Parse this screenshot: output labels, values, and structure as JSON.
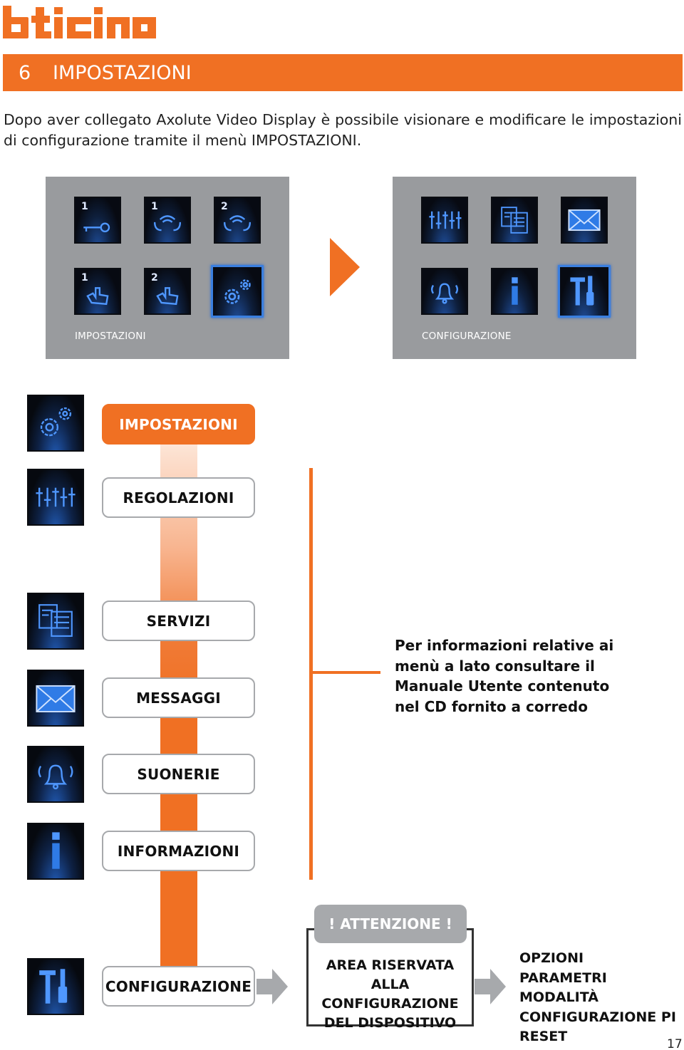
{
  "brand": {
    "logo_text": "bticino"
  },
  "section": {
    "number": "6",
    "title": "IMPOSTAZIONI"
  },
  "intro": "Dopo aver collegato Axolute Video Display è possibile visionare e modificare le impostazioni di configurazione tramite il menù IMPOSTAZIONI.",
  "screens": [
    {
      "caption": "IMPOSTAZIONI",
      "tiles": [
        {
          "icon": "door-key-icon",
          "number": "1"
        },
        {
          "icon": "intercom-call-icon",
          "number": "1"
        },
        {
          "icon": "intercom-call-icon",
          "number": "2"
        },
        {
          "icon": "hand-push-icon",
          "number": "1"
        },
        {
          "icon": "hand-push-icon",
          "number": "2"
        },
        {
          "icon": "gears-icon",
          "number": "",
          "selected": true
        }
      ]
    },
    {
      "caption": "CONFIGURAZIONE",
      "tiles": [
        {
          "icon": "sliders-icon",
          "number": ""
        },
        {
          "icon": "documents-icon",
          "number": ""
        },
        {
          "icon": "envelope-icon",
          "number": ""
        },
        {
          "icon": "bell-icon",
          "number": ""
        },
        {
          "icon": "info-icon",
          "number": ""
        },
        {
          "icon": "tools-icon",
          "number": "",
          "selected": true
        }
      ]
    }
  ],
  "menu": {
    "items": [
      {
        "label": "IMPOSTAZIONI",
        "icon": "gears-icon",
        "active": true
      },
      {
        "label": "REGOLAZIONI",
        "icon": "sliders-icon"
      },
      {
        "label": "SERVIZI",
        "icon": "documents-icon"
      },
      {
        "label": "MESSAGGI",
        "icon": "envelope-icon"
      },
      {
        "label": "SUONERIE",
        "icon": "bell-icon"
      },
      {
        "label": "INFORMAZIONI",
        "icon": "info-icon"
      },
      {
        "label": "CONFIGURAZIONE",
        "icon": "tools-icon"
      }
    ]
  },
  "note": "Per informazioni relative ai menù a lato consultare il Manuale Utente contenuto nel CD fornito a corredo",
  "warning": {
    "title": "! ATTENZIONE !",
    "lines": [
      "AREA RISERVATA ALLA",
      "CONFIGURAZIONE",
      "DEL DISPOSITIVO"
    ]
  },
  "options": {
    "lines": [
      "OPZIONI",
      "PARAMETRI MODALITÀ",
      "CONFIGURAZIONE PI",
      "RESET"
    ]
  },
  "page_number": "17",
  "colors": {
    "accent": "#f07023",
    "panel_gray": "#999b9e",
    "icon_blue": "#2f7be6"
  }
}
